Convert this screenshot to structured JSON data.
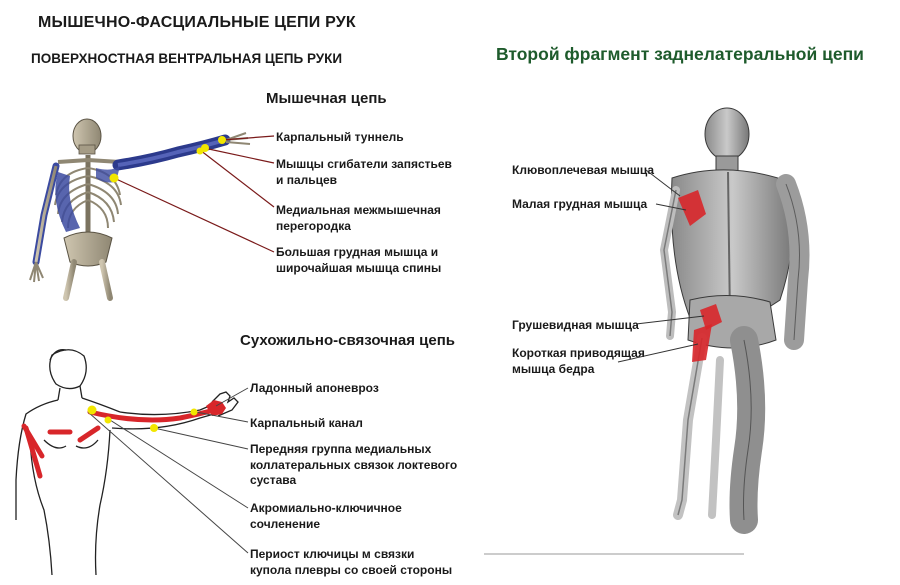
{
  "header": {
    "main_title": "МЫШЕЧНО-ФАСЦИАЛЬНЫЕ ЦЕПИ РУК",
    "subtitle": "ПОВЕРХНОСТНАЯ ВЕНТРАЛЬНАЯ ЦЕПЬ РУКИ",
    "right_title": "Второй фрагмент заднелатеральной цепи"
  },
  "muscle_chain": {
    "heading": "Мышечная цепь",
    "labels": {
      "l1": [
        "Карпальный туннель"
      ],
      "l2": [
        "Мышцы сгибатели запястьев",
        "и пальцев"
      ],
      "l3": [
        "Медиальная межмышечная",
        "перегородка"
      ],
      "l4": [
        "Большая грудная мышца и",
        "широчайшая мышца спины"
      ]
    }
  },
  "tendon_chain": {
    "heading": "Сухожильно-связочная цепь",
    "labels": {
      "l1": [
        "Ладонный апоневроз"
      ],
      "l2": [
        "Карпальный канал"
      ],
      "l3": [
        "Передняя группа медиальных",
        "коллатеральных связок локтевого",
        "сустава"
      ],
      "l4": [
        "Акромиально-ключичное",
        "сочленение"
      ],
      "l5": [
        "Периост ключицы м связки",
        "купола плевры со своей стороны"
      ]
    }
  },
  "posterior_chain": {
    "labels": {
      "l1": [
        "Клювоплечевая мышца"
      ],
      "l2": [
        "Малая грудная мышца"
      ],
      "l3": [
        "Грушевидная мышца"
      ],
      "l4": [
        "Короткая приводящая",
        "мышца бедра"
      ]
    }
  },
  "colors": {
    "title_green": "#1e5b2c",
    "marker_yellow": "#f2e600",
    "leader_dark_red": "#7a1a1a",
    "muscle_blue": "#3b4aa0",
    "tendon_red": "#d8262a"
  }
}
